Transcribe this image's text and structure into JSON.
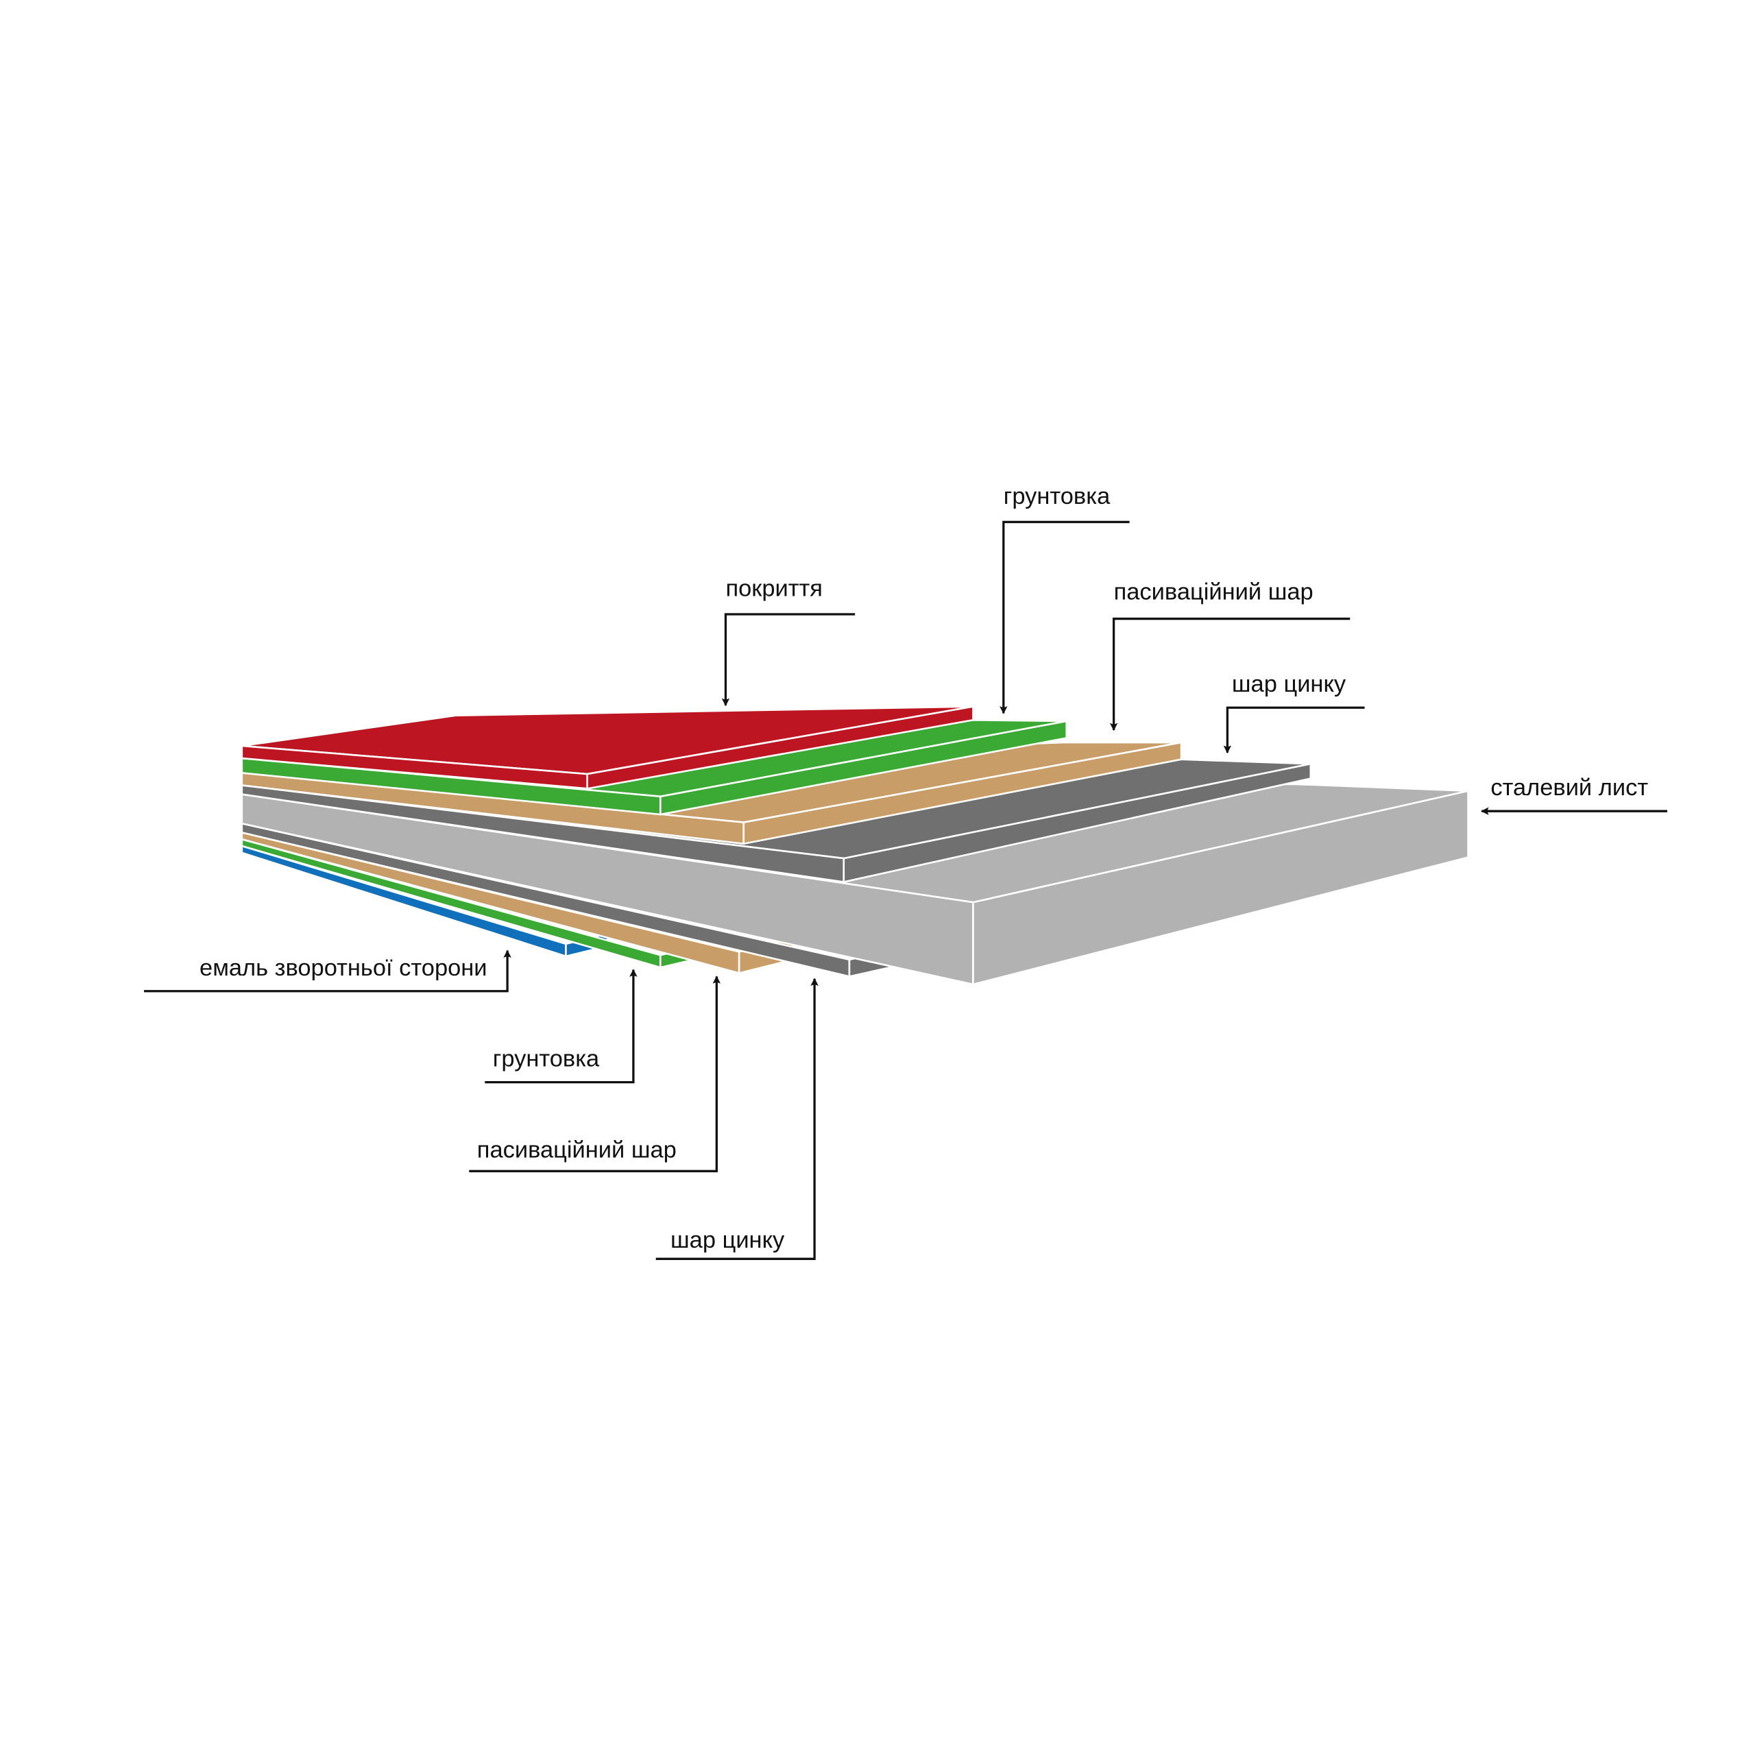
{
  "colors": {
    "coating": "#bd1622",
    "primer": "#3aaa35",
    "passivation": "#c99d67",
    "zinc": "#707070",
    "steel": "#b2b2b2",
    "steel_side": "#b2b2b2",
    "back_enamel": "#1170bb"
  },
  "labels": {
    "top": {
      "coating": "покриття",
      "primer": "грунтовка",
      "passivation": "пасиваційний шар",
      "zinc": "шар цинку"
    },
    "steel": "сталевий лист",
    "bottom": {
      "back_enamel": "емаль зворотньої сторони",
      "primer": "грунтовка",
      "passivation": "пасиваційний шар",
      "zinc": "шар цинку"
    }
  }
}
